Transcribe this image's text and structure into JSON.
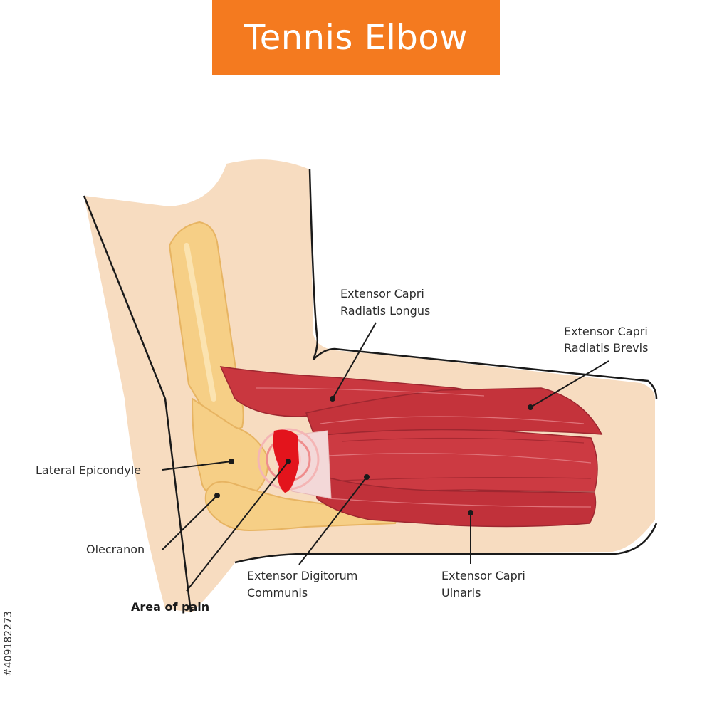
{
  "title": "Tennis Elbow",
  "stock_id": "#409182273",
  "colors": {
    "banner": "#f47a1f",
    "skin": "#f7dcc0",
    "bone": "#f6cf86",
    "muscle": "#c9373f",
    "pain": "#e3141c"
  },
  "labels": {
    "ecr_longus_1": "Extensor Capri",
    "ecr_longus_2": "Radiatis Longus",
    "ecr_brevis_1": "Extensor Capri",
    "ecr_brevis_2": "Radiatis Brevis",
    "lateral_epicondyle": "Lateral Epicondyle",
    "olecranon": "Olecranon",
    "area_of_pain": "Area of pain",
    "edc_1": "Extensor Digitorum",
    "edc_2": "Communis",
    "ecu_1": "Extensor Capri",
    "ecu_2": "Ulnaris"
  }
}
